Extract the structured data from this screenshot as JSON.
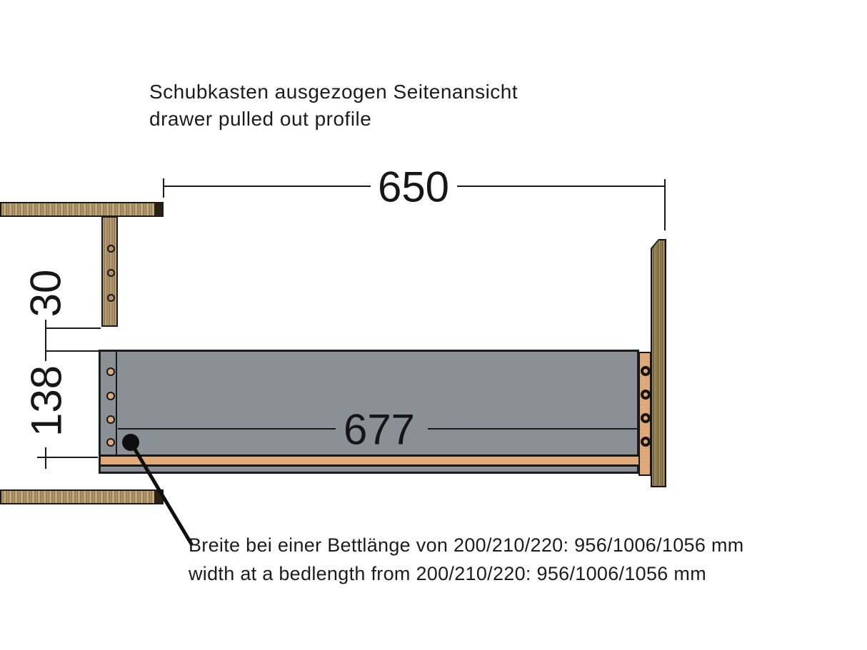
{
  "title": {
    "line1_de": "Schubkasten ausgezogen Seitenansicht",
    "line2_en": "drawer pulled out profile"
  },
  "dimensions": {
    "total_width_mm": "650",
    "top_gap_mm": "30",
    "side_height_mm": "138",
    "drawer_inner_depth_mm": "677"
  },
  "annotation": {
    "line1_de": "Breite bei einer Bettlänge von 200/210/220: 956/1006/1056 mm",
    "line2_en": "width at a bedlength from 200/210/220: 956/1006/1056 mm"
  },
  "colors": {
    "drawer_gray": "#8a9095",
    "wood_light": "#b2976b",
    "wood_dark": "#8b7850",
    "tan_board": "#e0ab7b",
    "line_black": "#1a1a1a",
    "background": "#ffffff"
  }
}
